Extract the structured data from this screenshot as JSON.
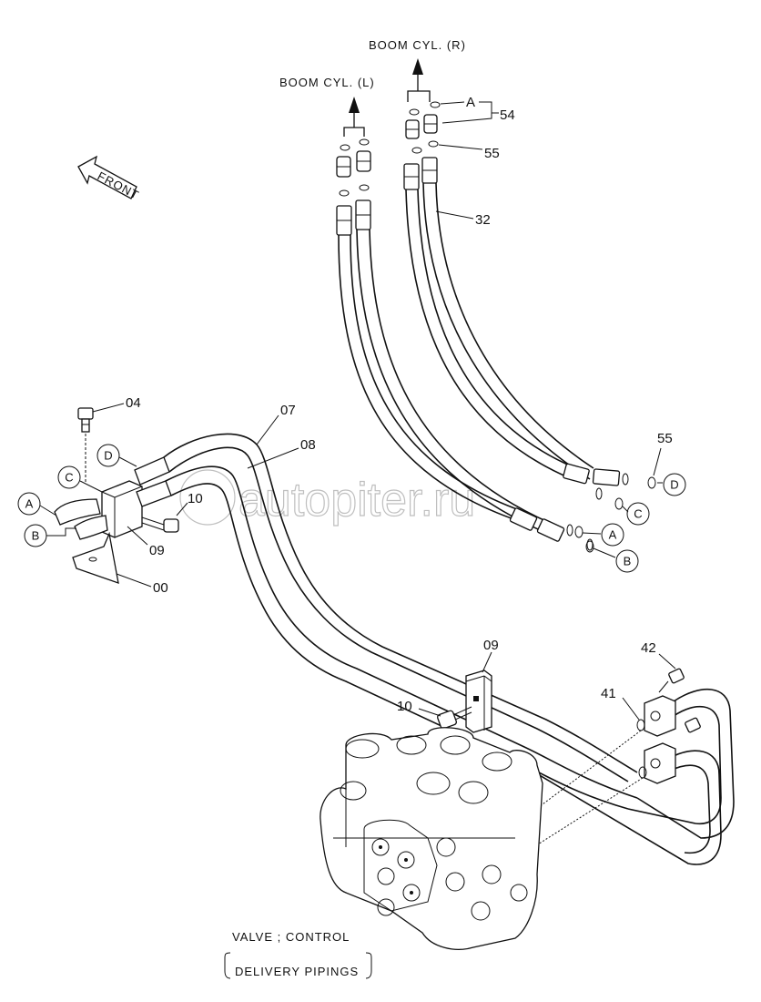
{
  "destinations": {
    "boom_cyl_left": "BOOM CYL. (L)",
    "boom_cyl_right": "BOOM CYL. (R)"
  },
  "direction_label": "FRONT",
  "part_numbers": {
    "p54": "54",
    "p55_top": "55",
    "p32": "32",
    "p55_right": "55",
    "p04": "04",
    "p07": "07",
    "p08": "08",
    "p10_left": "10",
    "p09_left": "09",
    "p00": "00",
    "p09_center": "09",
    "p10_center": "10",
    "p42": "42",
    "p41": "41"
  },
  "connection_letters": {
    "a_top": "A",
    "a_left": "A",
    "b_left": "B",
    "c_left": "C",
    "d_left": "D",
    "d_right": "D",
    "c_right": "C",
    "a_right": "A",
    "b_right": "B"
  },
  "caption": {
    "line1": "VALVE ; CONTROL",
    "line2": "DELIVERY PIPINGS"
  },
  "watermark": "autopiter.ru"
}
